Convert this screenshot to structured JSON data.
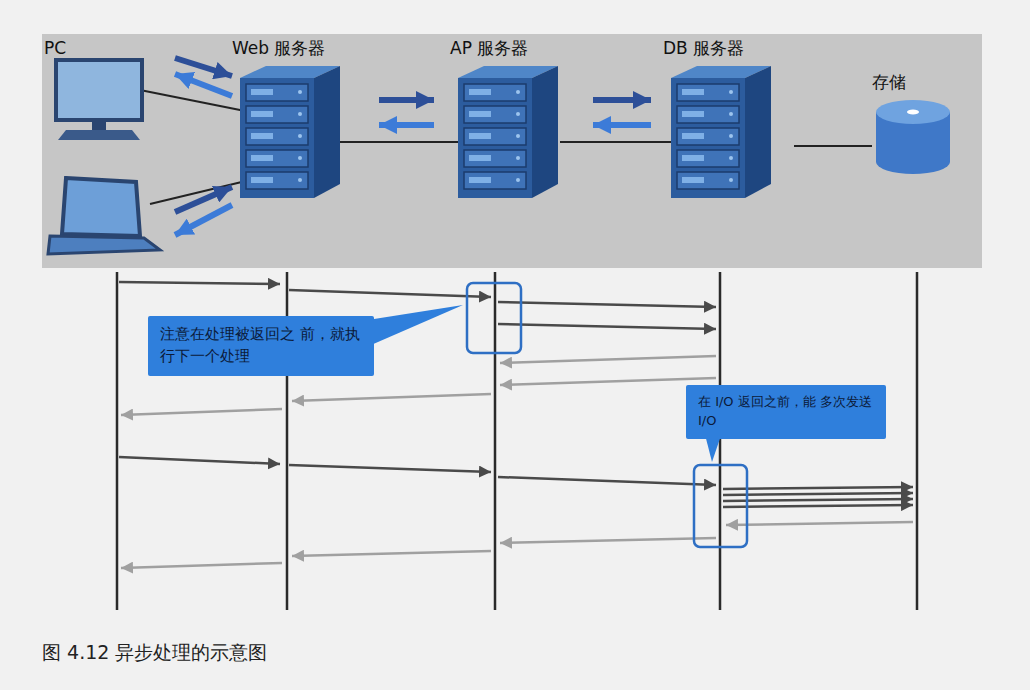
{
  "diagram": {
    "caption": "图 4.12 异步处理的示意图",
    "nodes": [
      {
        "text": [
          "PC"
        ]
      },
      {
        "text": [
          "Web 服务器"
        ]
      },
      {
        "text": [
          "AP 服务器"
        ]
      },
      {
        "text": [
          "DB 服务器"
        ]
      },
      {
        "text": [
          "存储"
        ]
      },
      {
        "text": [
          "注意在处理被返回之 前，就执行下一个处理"
        ]
      },
      {
        "text": [
          "在 I/O 返回之前，能 多次发送 I/O"
        ]
      }
    ],
    "edges": [
      {
        "from": 0,
        "to": 1,
        "arrow": "to"
      },
      {
        "from": 1,
        "to": 0,
        "arrow": "to"
      },
      {
        "from": 0,
        "to": 1,
        "arrow": "to"
      },
      {
        "from": 1,
        "to": 0,
        "arrow": "to"
      },
      {
        "from": 1,
        "to": 2,
        "arrow": "to"
      },
      {
        "from": 2,
        "to": 1,
        "arrow": "to"
      },
      {
        "from": 2,
        "to": 3,
        "arrow": "to"
      },
      {
        "from": 3,
        "to": 2,
        "arrow": "to"
      },
      {
        "from": 3,
        "to": 4,
        "arrow": "none"
      }
    ]
  }
}
